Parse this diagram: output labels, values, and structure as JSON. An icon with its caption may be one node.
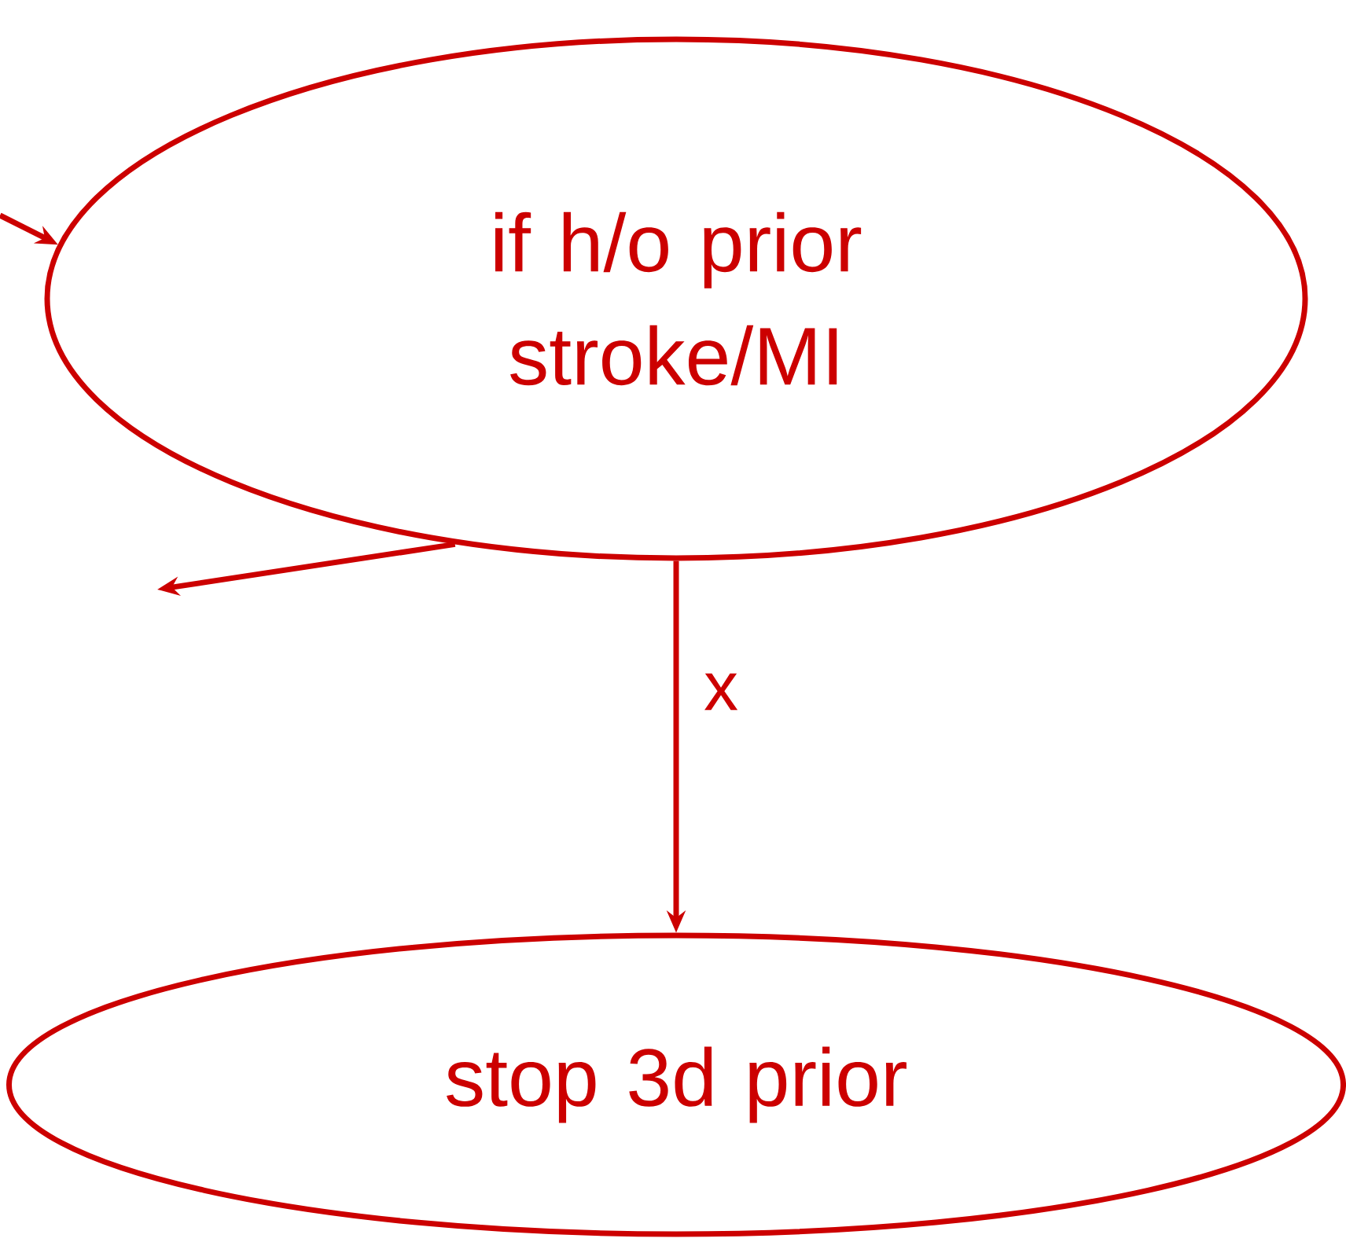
{
  "diagram": {
    "nodes": [
      {
        "text": [
          "if h/o prior stroke/MI"
        ]
      },
      {
        "text": [
          "stop 3d prior"
        ]
      }
    ],
    "edges": [
      {
        "from": null,
        "to": 0,
        "arrow": "to"
      },
      {
        "from": 0,
        "to": null,
        "arrow": "to"
      },
      {
        "from": 0,
        "to": 1,
        "arrow": "to",
        "label": "x"
      }
    ]
  }
}
